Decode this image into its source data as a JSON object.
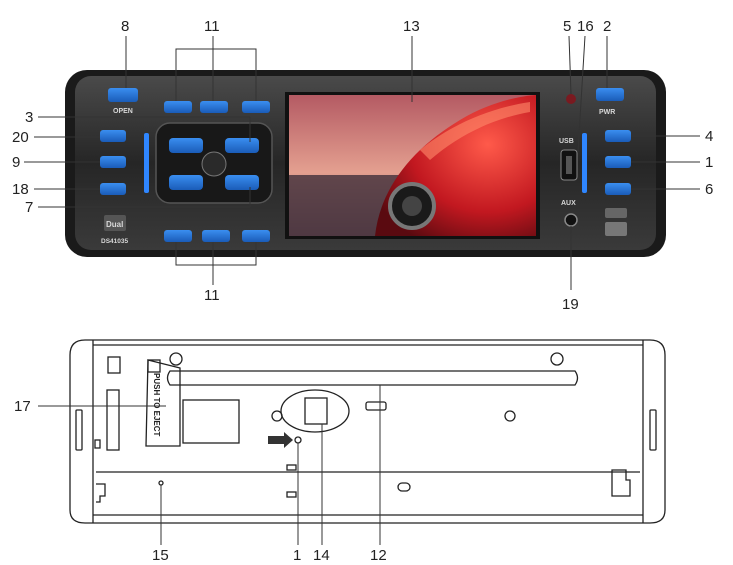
{
  "front_panel": {
    "brand": "Dual",
    "model": "DS41035",
    "open_label": "OPEN",
    "pwr_label": "PWR",
    "usb_label": "USB",
    "aux_label": "AUX"
  },
  "rear_panel": {
    "eject_label": "PUSH TO EJECT"
  },
  "callouts": {
    "c8": "8",
    "c11_top": "11",
    "c13": "13",
    "c5": "5",
    "c16": "16",
    "c2": "2",
    "c3": "3",
    "c20": "20",
    "c9": "9",
    "c18": "18",
    "c7": "7",
    "c4": "4",
    "c1_front": "1",
    "c6": "6",
    "c11_bottom": "11",
    "c19": "19",
    "c17": "17",
    "c15": "15",
    "c1_rear": "1",
    "c14": "14",
    "c12": "12"
  },
  "colors": {
    "panel": "#2b2b2b",
    "button_blue": "#1f6fd6",
    "accent_blue": "#2f86ff",
    "screen_red": "#c8202a"
  }
}
